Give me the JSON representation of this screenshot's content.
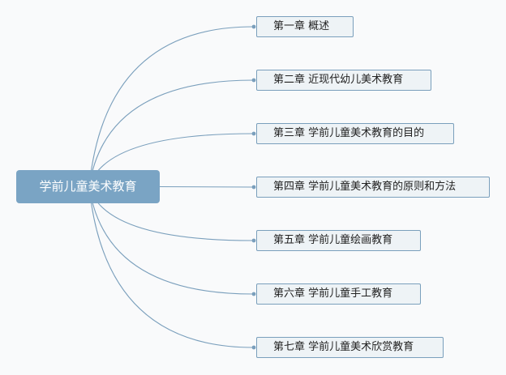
{
  "mindmap": {
    "root": {
      "label": "学前儿童美术教育"
    },
    "children": [
      {
        "label": "第一章 概述"
      },
      {
        "label": "第二章 近现代幼儿美术教育"
      },
      {
        "label": "第三章 学前儿童美术教育的目的"
      },
      {
        "label": "第四章 学前儿童美术教育的原则和方法"
      },
      {
        "label": "第五章 学前儿童绘画教育"
      },
      {
        "label": "第六章 学前儿童手工教育"
      },
      {
        "label": "第七章 学前儿童美术欣赏教育"
      }
    ]
  },
  "colors": {
    "root_fill": "#7aa4c4",
    "node_fill": "#eef3f6",
    "node_border": "#7a9fbc",
    "connector": "#7a9fbc",
    "background": "#f9fafb"
  }
}
